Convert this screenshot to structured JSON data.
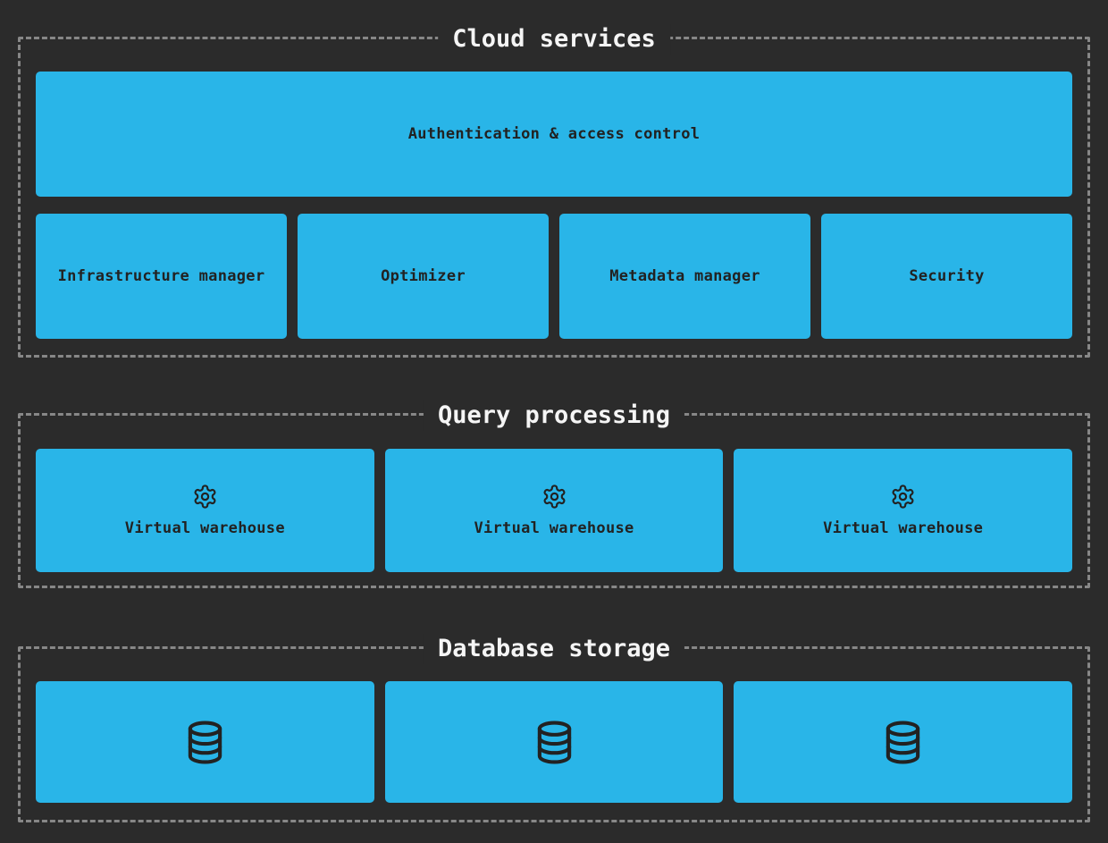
{
  "diagram": {
    "colors": {
      "background": "#2b2b2b",
      "box_fill": "#29b5e8",
      "box_text": "#222222",
      "dashed_border": "#878787",
      "section_title": "#f5f5f5"
    },
    "sections": [
      {
        "title": "Cloud services",
        "rows": [
          {
            "boxes": [
              {
                "label": "Authentication & access control"
              }
            ]
          },
          {
            "boxes": [
              {
                "label": "Infrastructure manager"
              },
              {
                "label": "Optimizer"
              },
              {
                "label": "Metadata manager"
              },
              {
                "label": "Security"
              }
            ]
          }
        ]
      },
      {
        "title": "Query processing",
        "boxes": [
          {
            "icon": "gear-icon",
            "label": "Virtual warehouse"
          },
          {
            "icon": "gear-icon",
            "label": "Virtual warehouse"
          },
          {
            "icon": "gear-icon",
            "label": "Virtual warehouse"
          }
        ]
      },
      {
        "title": "Database storage",
        "boxes": [
          {
            "icon": "database-icon"
          },
          {
            "icon": "database-icon"
          },
          {
            "icon": "database-icon"
          }
        ]
      }
    ]
  }
}
